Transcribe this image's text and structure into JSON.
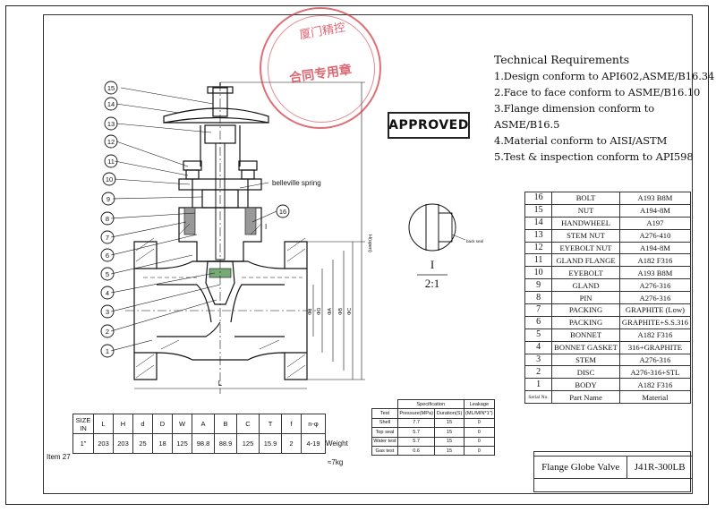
{
  "technical": {
    "title": "Technical Requirements",
    "items": [
      "1.Design conform to API602,ASME/B16.34",
      "2.Face to face conform to ASME/B16.10",
      "3.Flange dimension conform to ASME/B16.5",
      "4.Material conform to AISI/ASTM",
      "5.Test & inspection conform to API598"
    ]
  },
  "approved": "APPROVED",
  "stamp": {
    "top": "厦门精控",
    "middle": "合同专用章"
  },
  "callouts": [
    "15",
    "14",
    "13",
    "12",
    "11",
    "10",
    "9",
    "8",
    "7",
    "6",
    "5",
    "4",
    "3",
    "2",
    "1",
    "16"
  ],
  "drawing_labels": {
    "belleville": "belleville spring",
    "section_mark": "I",
    "detail_title": "I",
    "detail_scale": "2:1",
    "back_seal": "back seal",
    "length": "L",
    "height": "H(open)",
    "dims": [
      "ΦD",
      "ΦA",
      "ΦB",
      "ΦC",
      "Φd"
    ]
  },
  "parts": {
    "rows": [
      {
        "no": "16",
        "name": "BOLT",
        "material": "A193 B8M"
      },
      {
        "no": "15",
        "name": "NUT",
        "material": "A194-8M"
      },
      {
        "no": "14",
        "name": "HANDWHEEL",
        "material": "A197"
      },
      {
        "no": "13",
        "name": "STEM NUT",
        "material": "A276-410"
      },
      {
        "no": "12",
        "name": "EYEBOLT NUT",
        "material": "A194-8M"
      },
      {
        "no": "11",
        "name": "GLAND FLANGE",
        "material": "A182 F316"
      },
      {
        "no": "10",
        "name": "EYEBOLT",
        "material": "A193 B8M"
      },
      {
        "no": "9",
        "name": "GLAND",
        "material": "A276-316"
      },
      {
        "no": "8",
        "name": "PIN",
        "material": "A276-316"
      },
      {
        "no": "7",
        "name": "PACKING",
        "material": "GRAPHITE (Low)"
      },
      {
        "no": "6",
        "name": "PACKING",
        "material": "GRAPHITE+S.S.316"
      },
      {
        "no": "5",
        "name": "BONNET",
        "material": "A182 F316"
      },
      {
        "no": "4",
        "name": "BONNET GASKET",
        "material": "316+GRAPHITE"
      },
      {
        "no": "3",
        "name": "STEM",
        "material": "A276-316"
      },
      {
        "no": "2",
        "name": "DISC",
        "material": "A276-316+STL"
      },
      {
        "no": "1",
        "name": "BODY",
        "material": "A182 F316"
      }
    ],
    "header": {
      "no": "Serial No.",
      "name": "Part Name",
      "material": "Material"
    }
  },
  "dimensions": {
    "headers": [
      "SIZE",
      "L",
      "H",
      "d",
      "D",
      "W",
      "A",
      "B",
      "C",
      "T",
      "f",
      "n-φ"
    ],
    "size_unit": "IN",
    "row": [
      "1\"",
      "203",
      "203",
      "25",
      "18",
      "125",
      "98.8",
      "88.9",
      "125",
      "15.9",
      "2",
      "4-19"
    ],
    "row_label": "Item 27",
    "weight_label": "Weight",
    "weight_value": "≈7kg"
  },
  "spec": {
    "group_headers": {
      "spec": "Specification",
      "leak": "Leakage"
    },
    "headers": [
      "Test",
      "Pressure(MPa)",
      "Duration(S)",
      "(ML/MIN*1\")"
    ],
    "rows": [
      [
        "Shell",
        "7.7",
        "15",
        "0"
      ],
      [
        "Top seal",
        "5.7",
        "15",
        "0"
      ],
      [
        "Water test",
        "5.7",
        "15",
        "0"
      ],
      [
        "Gas test",
        "0.6",
        "15",
        "0"
      ]
    ]
  },
  "title_block": {
    "name": "Flange Globe Valve",
    "model": "J41R-300LB"
  }
}
